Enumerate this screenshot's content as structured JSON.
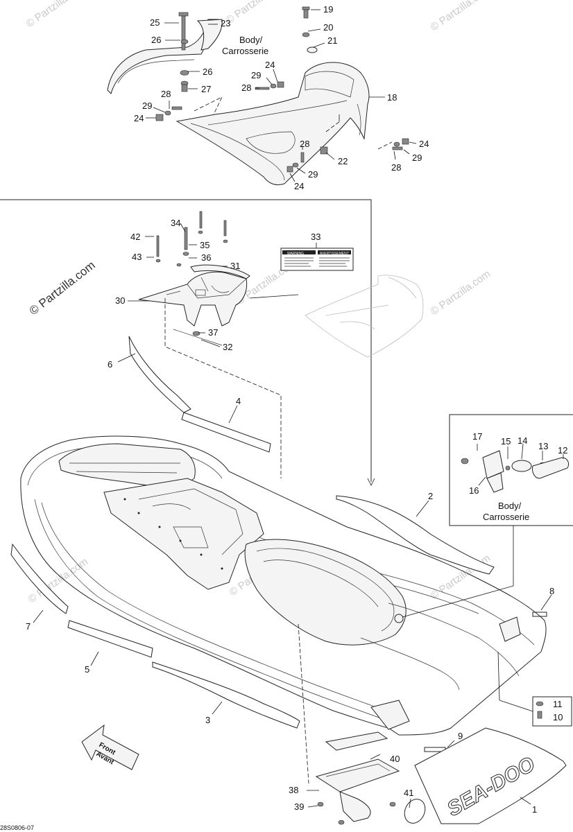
{
  "watermarks": {
    "brand": "© Partzilla.com",
    "faint": "© Partzilla.com"
  },
  "labels": {
    "body_top": {
      "line1": "Body/",
      "line2": "Carrosserie"
    },
    "body_inset": {
      "line1": "Body/",
      "line2": "Carrosserie"
    },
    "front": {
      "line1": "Front",
      "line2": "Avant"
    },
    "warning_left": "WARNING",
    "warning_right": "AVERTISSEMENT"
  },
  "reference_code": "28S0806-07",
  "callouts": {
    "c1": "1",
    "c2": "2",
    "c3": "3",
    "c4": "4",
    "c5": "5",
    "c6": "6",
    "c7": "7",
    "c8": "8",
    "c9": "9",
    "c10": "10",
    "c11": "11",
    "c12": "12",
    "c13": "13",
    "c14": "14",
    "c15": "15",
    "c16": "16",
    "c17": "17",
    "c18": "18",
    "c19": "19",
    "c20": "20",
    "c21": "21",
    "c22": "22",
    "c23": "23",
    "c24": "24",
    "c25": "25",
    "c26": "26",
    "c27": "27",
    "c28": "28",
    "c29": "29",
    "c30": "30",
    "c31": "31",
    "c32": "32",
    "c33": "33",
    "c34": "34",
    "c35": "35",
    "c36": "36",
    "c37": "37",
    "c38": "38",
    "c39": "39",
    "c40": "40",
    "c41": "41",
    "c42": "42",
    "c43": "43"
  },
  "decal_logo": "SEA-DOO"
}
